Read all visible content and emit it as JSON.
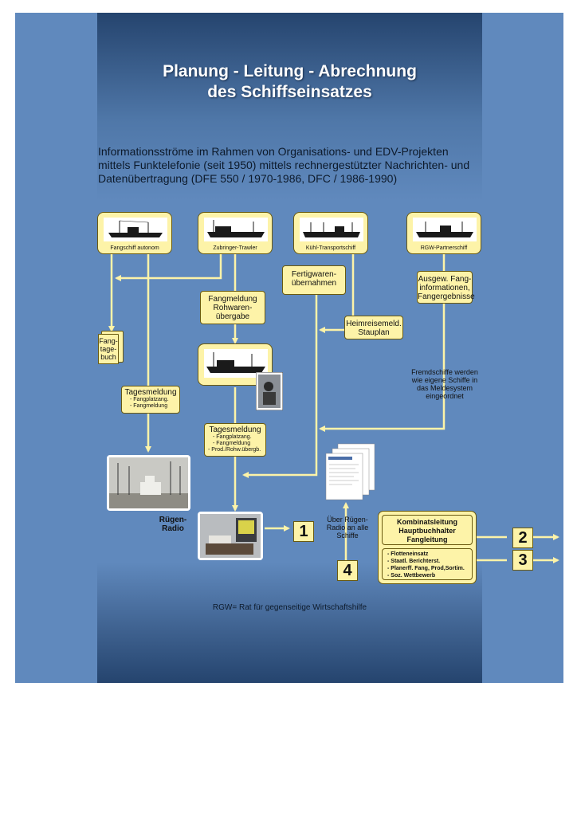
{
  "title_line1": "Planung - Leitung - Abrechnung",
  "title_line2": "des Schiffseinsatzes",
  "subtitle": "Informationsströme im Rahmen von Organisations- und EDV-Projekten mittels Funktelefonie (seit 1950) mittels rechnergestützter Nachrichten- und Datenübertragung (DFE 550 / 1970-1986, DFC / 1986-1990)",
  "ships": {
    "autonom": "Fangschiff autonom",
    "trawler": "Zubringer-Trawler",
    "kuehl": "Kühl-Transportschiff",
    "rgw": "RGW-Partnerschiff"
  },
  "fertig": "Fertigwaren-übernahmen",
  "ausgew": "Ausgew. Fang-informationen, Fangergebnisse",
  "fangmeldung": "Fangmeldung Rohwaren-übergabe",
  "heimreise": "Heimreisemeld. Stauplan",
  "fangtagebuch": "Fang-tage-buch",
  "tages1": {
    "title": "Tagesmeldung",
    "items": [
      "- Fangplatzang.",
      "- Fangmeldung"
    ]
  },
  "tages2": {
    "title": "Tagesmeldung",
    "items": [
      "- Fangplatzang.",
      "- Fangmeldung",
      "- Prod./Rohw.übergb."
    ]
  },
  "fremd": "Fremdschiffe werden wie eigene Schiffe in das Meldesystem eingeordnet",
  "ruegen_radio": "Rügen-Radio",
  "ueber": "Über Rügen-Radio an alle Schiffe",
  "kombinat": {
    "lines": [
      "Kombinatsleitung",
      "Hauptbuchhalter",
      "Fangleitung"
    ],
    "items": [
      "- Flotteneinsatz",
      "- Staatl. Berichterst.",
      "- Planerff. Fang, Prod,Sortim.",
      "- Soz. Wettbewerb"
    ]
  },
  "numbers": [
    "1",
    "2",
    "3",
    "4"
  ],
  "footnote": "RGW= Rat für gegenseitige Wirtschaftshilfe",
  "colors": {
    "panel": "#6089bd",
    "center_dark": "#25446e",
    "box_fill": "#fdf3a8",
    "arrow": "#fdf3a8"
  }
}
